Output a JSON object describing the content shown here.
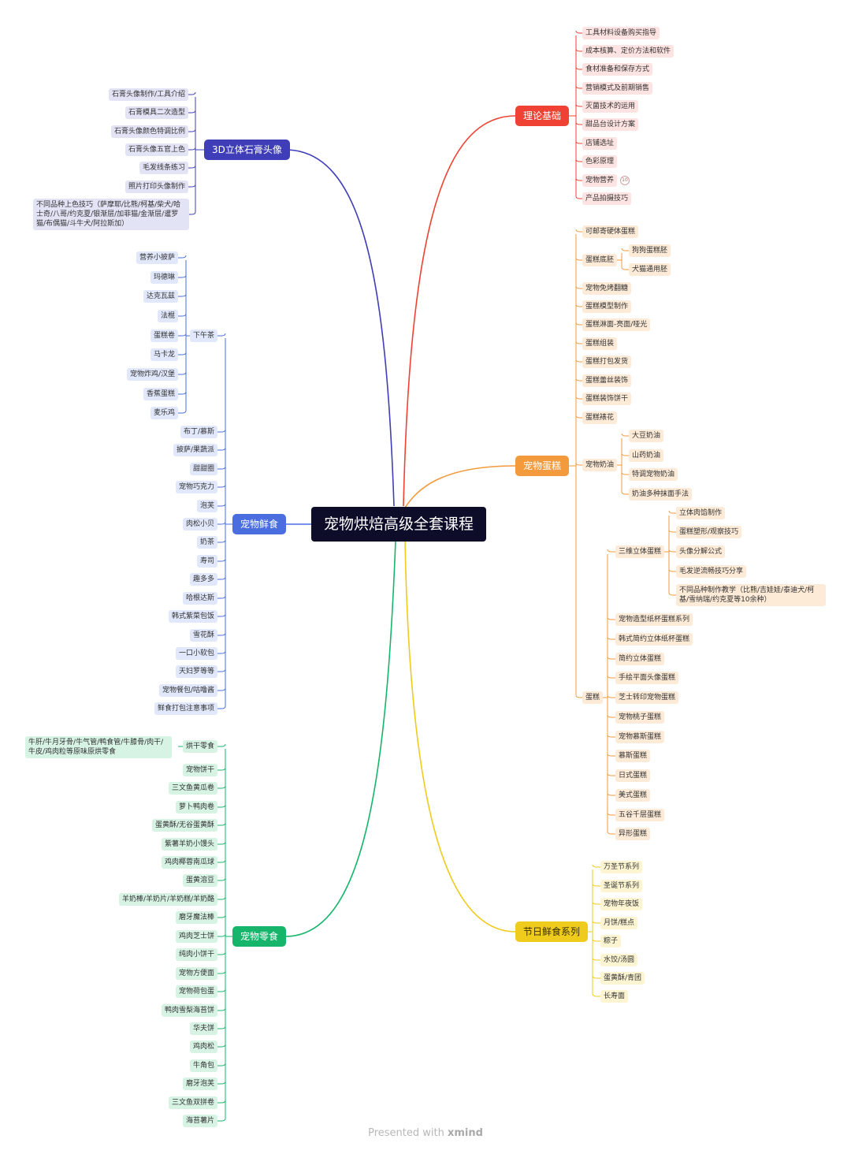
{
  "title": "宠物烘焙高级全套课程",
  "footer": {
    "prefix": "Presented with",
    "brand": "xmind"
  },
  "colors": {
    "root": "#0d0d29",
    "red": "#ef4234",
    "orange": "#f39a3c",
    "yellow": "#efcb1e",
    "green": "#16b56b",
    "blue": "#4a6ee0",
    "indigo": "#3f3db8"
  },
  "branches": {
    "theory": {
      "label": "理论基础",
      "items": [
        "工具材料设备购买指导",
        "成本核算、定价方法和软件",
        "食材准备和保存方式",
        "营销模式及前期销售",
        "灭菌技术的运用",
        "甜品台设计方案",
        "店铺选址",
        "色彩原理",
        "宠物营养",
        "产品拍摄技巧"
      ],
      "badge": "10"
    },
    "cake": {
      "label": "宠物蛋糕",
      "items": [
        "可邮寄硬体蛋糕",
        "蛋糕底胚",
        "宠物免烤翻糖",
        "蛋糕模型制作",
        "蛋糕淋面-亮面/哑光",
        "蛋糕组装",
        "蛋糕打包发货",
        "蛋糕蕾丝装饰",
        "蛋糕装饰饼干",
        "蛋糕裱花",
        "宠物奶油",
        "蛋糕"
      ],
      "base_sub": [
        "狗狗蛋糕胚",
        "犬猫通用胚"
      ],
      "cream_sub": [
        "大豆奶油",
        "山药奶油",
        "特调宠物奶油",
        "奶油多种抹面手法"
      ],
      "cake_sub": [
        "三维立体蛋糕",
        "宠物造型纸杯蛋糕系列",
        "韩式简约立体纸杯蛋糕",
        "简约立体蛋糕",
        "手绘平面头像蛋糕",
        "芝士转印宠物蛋糕",
        "宠物桃子蛋糕",
        "宠物慕斯蛋糕",
        "慕斯蛋糕",
        "日式蛋糕",
        "美式蛋糕",
        "五谷千层蛋糕",
        "异形蛋糕"
      ],
      "three_d_sub": [
        "立体肉馅制作",
        "蛋糕塑形/观察技巧",
        "头像分解公式",
        "毛发逆流畅技巧分享",
        "不同品种制作教学（比熊/吉娃娃/泰迪犬/柯基/雪纳瑞/约克夏等10余种）"
      ]
    },
    "festival": {
      "label": "节日鲜食系列",
      "items": [
        "万圣节系列",
        "圣诞节系列",
        "宠物年夜饭",
        "月饼/糕点",
        "粽子",
        "水饺/汤圆",
        "蛋黄酥/青团",
        "长寿面"
      ]
    },
    "stone": {
      "label": "3D立体石膏头像",
      "items": [
        "石膏头像制作/工具介绍",
        "石膏模具二次造型",
        "石膏头像颜色特调比例",
        "石膏头像五官上色",
        "毛发线条练习",
        "照片打印头像制作",
        "不同品种上色技巧（萨摩耶/比熊/柯基/柴犬/哈士奇/八哥/约克夏/银渐层/加菲猫/金渐层/暹罗猫/布偶猫/斗牛犬/阿拉斯加）"
      ]
    },
    "fresh": {
      "label": "宠物鲜食",
      "tea_label": "下午茶",
      "tea_sub": [
        "营养小披萨",
        "玛德琳",
        "达克瓦兹",
        "法棍",
        "蛋糕卷",
        "马卡龙",
        "宠物炸鸡/汉堡",
        "香蕉蛋糕",
        "麦乐鸡"
      ],
      "items": [
        "布丁/慕斯",
        "披萨/果蔬派",
        "甜甜圈",
        "宠物巧克力",
        "泡芙",
        "肉松小贝",
        "奶茶",
        "寿司",
        "趣多多",
        "哈根达斯",
        "韩式紫菜包饭",
        "雪花酥",
        "一口小软包",
        "天妇罗等等",
        "宠物餐包/咕噜酱",
        "鲜食打包注意事项"
      ]
    },
    "snack": {
      "label": "宠物零食",
      "dry_label": "烘干零食",
      "dry_sub": "牛肝/牛月牙骨/牛气管/鸭食管/牛膝骨/肉干/牛皮/鸡肉粒等原味原烘零食",
      "items": [
        "宠物饼干",
        "三文鱼黄瓜卷",
        "萝卜鸭肉卷",
        "蛋黄酥/无谷蛋黄酥",
        "紫薯羊奶小馒头",
        "鸡肉椰蓉南瓜球",
        "蛋黄溶豆",
        "羊奶棒/羊奶片/羊奶糕/羊奶酪",
        "磨牙魔法棒",
        "鸡肉芝士饼",
        "纯肉小饼干",
        "宠物方便面",
        "宠物荷包蛋",
        "鸭肉雪梨海苔饼",
        "华夫饼",
        "鸡肉松",
        "牛角包",
        "磨牙泡芙",
        "三文鱼双拼卷",
        "海苔薯片"
      ]
    }
  }
}
